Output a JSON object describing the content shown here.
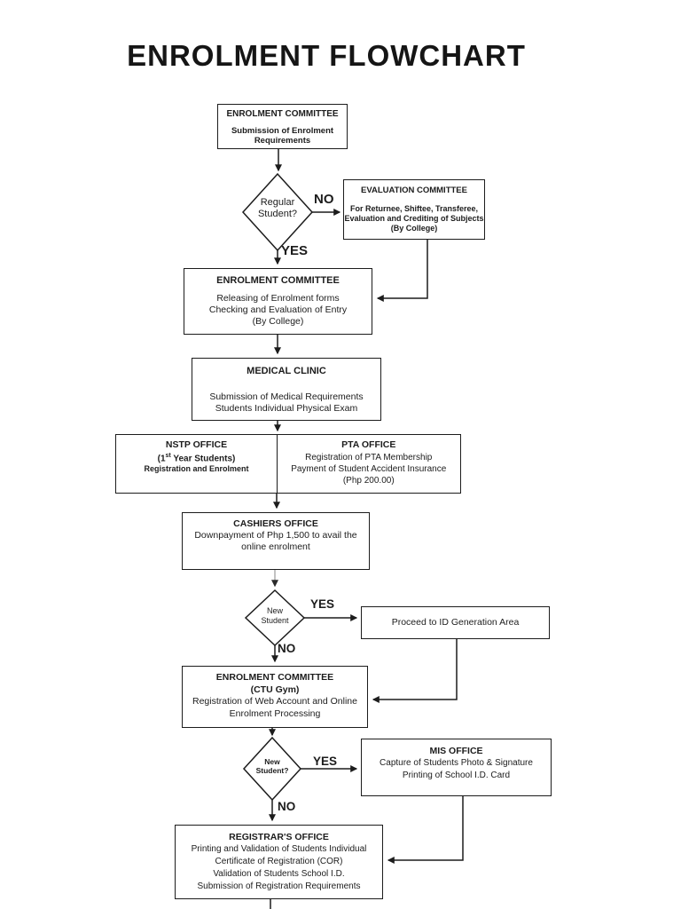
{
  "title": "ENROLMENT FLOWCHART",
  "nodes": {
    "start": {
      "title": "ENROLMENT COMMITTEE",
      "line1": "Submission of Enrolment",
      "line2": "Requirements"
    },
    "regular_decision": {
      "line1": "Regular",
      "line2": "Student?"
    },
    "evaluation": {
      "title": "EVALUATION COMMITTEE",
      "line1": "For Returnee, Shiftee, Transferee,",
      "line2": "Evaluation and Crediting of Subjects",
      "line3": "(By College)"
    },
    "release": {
      "title": "ENROLMENT COMMITTEE",
      "line1": "Releasing of Enrolment forms",
      "line2": "Checking and Evaluation of Entry",
      "line3": "(By College)"
    },
    "medical": {
      "title": "MEDICAL CLINIC",
      "line1": "Submission of Medical Requirements",
      "line2": "Students Individual Physical Exam"
    },
    "nstp": {
      "title": "NSTP OFFICE",
      "line1_pre": "(1",
      "line1_sup": "st",
      "line1_post": " Year Students)",
      "line2": "Registration and Enrolment"
    },
    "pta": {
      "title": "PTA OFFICE",
      "line1": "Registration of PTA Membership",
      "line2": "Payment of Student Accident Insurance",
      "line3": "(Php 200.00)"
    },
    "cashiers": {
      "title": "CASHIERS OFFICE",
      "line1": "Downpayment of Php 1,500 to avail the",
      "line2": "online enrolment"
    },
    "new_student_1": {
      "line1": "New",
      "line2": "Student"
    },
    "proceed_id": {
      "line1": "Proceed to ID Generation Area"
    },
    "ctu": {
      "title": "ENROLMENT COMMITTEE",
      "subtitle": "(CTU Gym)",
      "line1": "Registration of Web Account and Online",
      "line2": "Enrolment Processing"
    },
    "new_student_2": {
      "line1": "New",
      "line2": "Student?"
    },
    "mis": {
      "title": "MIS OFFICE",
      "line1": "Capture of Students Photo & Signature",
      "line2": "Printing of School I.D. Card"
    },
    "registrar": {
      "title": "REGISTRAR'S OFFICE",
      "line1": "Printing and Validation of Students Individual",
      "line2": "Certificate of Registration (COR)",
      "line3": "Validation of Students School I.D.",
      "line4": "Submission of Registration Requirements"
    }
  },
  "labels": {
    "no1": "NO",
    "yes1": "YES",
    "yes2": "YES",
    "no2": "NO",
    "yes3": "YES",
    "no3": "NO"
  },
  "colors": {
    "ink": "#1c1c1c",
    "muted_line": "#8f8f8f"
  }
}
